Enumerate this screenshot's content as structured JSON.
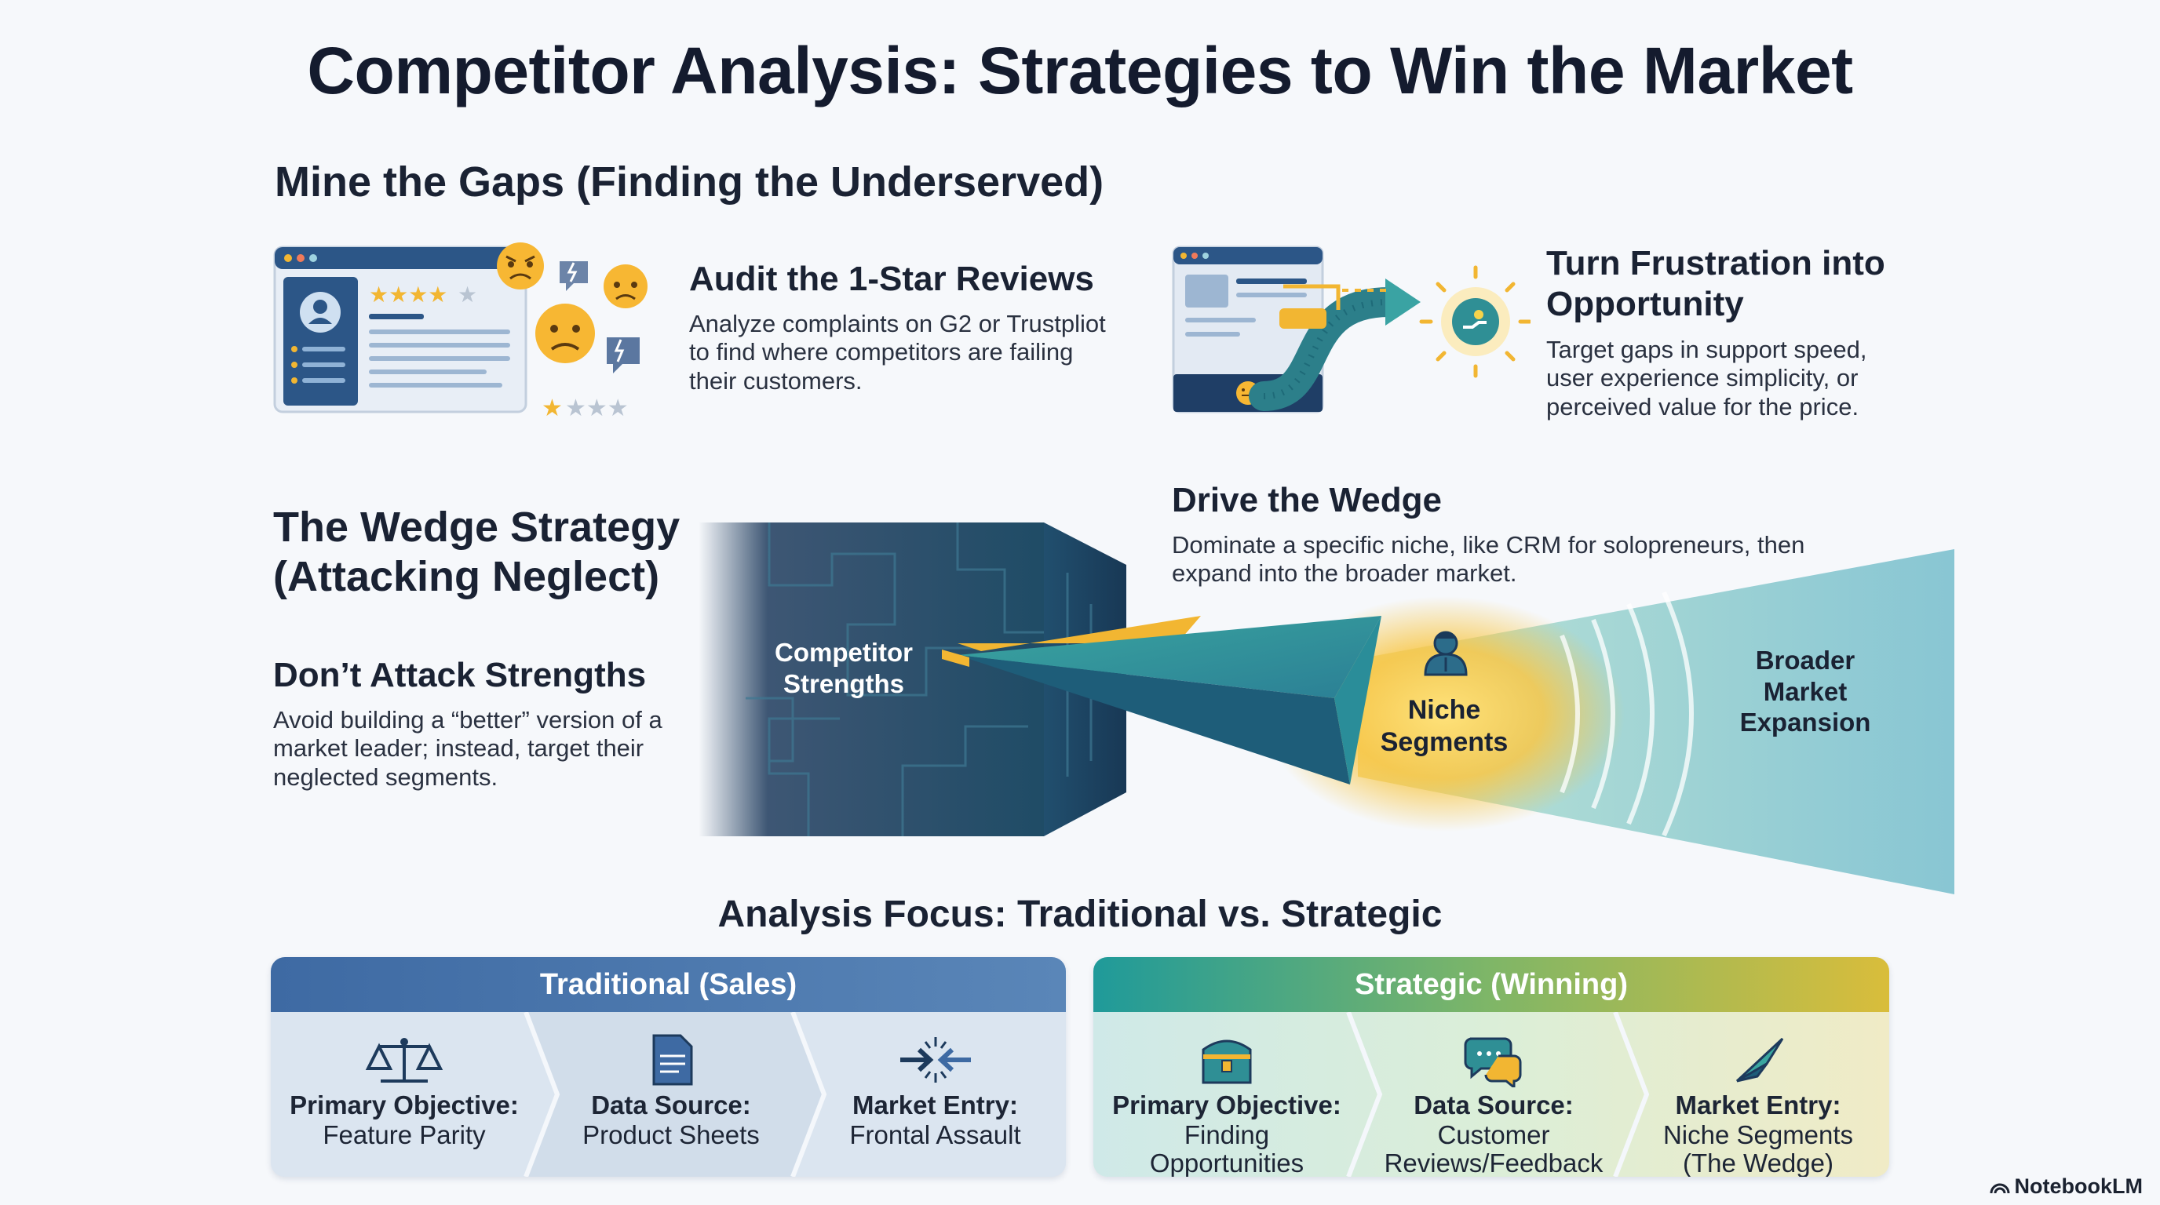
{
  "title": "Competitor Analysis: Strategies to Win the Market",
  "gaps": {
    "heading": "Mine the Gaps (Finding the Underserved)",
    "audit": {
      "heading": "Audit the 1-Star Reviews",
      "text": "Analyze complaints on G2 or Trustpliot to find where competitors are failing their customers."
    },
    "frustration": {
      "heading_line1": "Turn Frustration into",
      "heading_line2": "Opportunity",
      "text": "Target gaps in support speed, user experience simplicity, or perceived value for the price."
    }
  },
  "wedge": {
    "heading_line1": "The Wedge Strategy",
    "heading_line2": "(Attacking Neglect)",
    "dont_attack": {
      "heading": "Don’t Attack Strengths",
      "text": "Avoid building a “better” version of a market leader; instead, target their neglected segments."
    },
    "drive": {
      "heading": "Drive the Wedge",
      "text": "Dominate a specific niche, like CRM for solopreneurs, then expand into the broader market."
    },
    "labels": {
      "competitor_line1": "Competitor",
      "competitor_line2": "Strengths",
      "niche_line1": "Niche",
      "niche_line2": "Segments",
      "broader_line1": "Broader",
      "broader_line2": "Market",
      "broader_line3": "Expansion"
    }
  },
  "focus": {
    "heading": "Analysis Focus: Traditional vs. Strategic",
    "traditional": {
      "header": "Traditional (Sales)",
      "cells": [
        {
          "key": "Primary Objective:",
          "value": "Feature Parity",
          "icon": "scale-icon"
        },
        {
          "key": "Data Source:",
          "value": "Product Sheets",
          "icon": "document-icon"
        },
        {
          "key": "Market Entry:",
          "value": "Frontal Assault",
          "icon": "collide-arrows-icon"
        }
      ]
    },
    "strategic": {
      "header": "Strategic (Winning)",
      "cells": [
        {
          "key": "Primary Objective:",
          "value": "Finding\nOpportunities",
          "icon": "treasure-chest-icon"
        },
        {
          "key": "Data Source:",
          "value": "Customer\nReviews/Feedback",
          "icon": "chat-bubbles-icon"
        },
        {
          "key": "Market Entry:",
          "value": "Niche Segments\n(The Wedge)",
          "icon": "wedge-icon"
        }
      ]
    }
  },
  "brand": "NotebookLM",
  "colors": {
    "navy": "#1d3a5c",
    "teal": "#1f8f96",
    "gold": "#f2b632",
    "traditional_head": "#3e6aa3",
    "strategic_head_start": "#1f9a9a",
    "strategic_head_end": "#d9bd3b"
  }
}
